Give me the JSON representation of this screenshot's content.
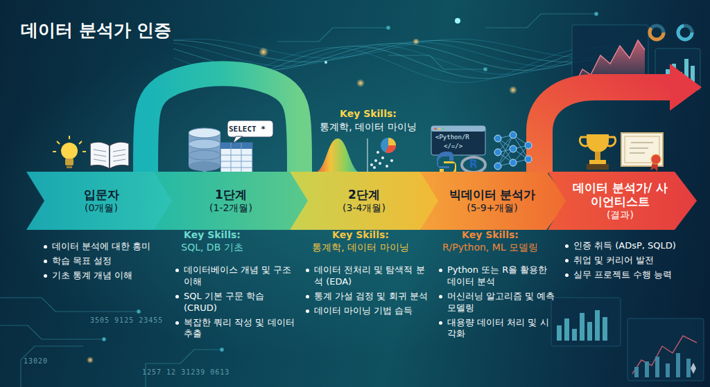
{
  "diagram": {
    "title": "데이터 분석가 인증",
    "nodes": [
      {
        "text": [
          "입문자",
          "(0개월)"
        ]
      },
      {
        "text": [
          "1단계",
          "(1-2개월)"
        ]
      },
      {
        "text": [
          "2단계",
          "(3-4개월)"
        ]
      },
      {
        "text": [
          "빅데이터 분석가",
          "(5-9+개월)"
        ]
      },
      {
        "text": [
          "데이터 분석가/ 사이언티스트",
          "(결과)"
        ]
      }
    ],
    "edges": [
      {
        "from": 0,
        "to": 2,
        "arrow": "none"
      }
    ],
    "labels": [
      "SELECT *",
      "<Python/R",
      "</=/>",
      "R",
      "Key Skills:",
      "통계학, 데이터 마이닝",
      "데이터 분석에 대한 흥미",
      "학습 목표 설정",
      "기초 통계 개념 이해",
      "Key Skills:",
      "SQL, DB 기초",
      "데이터베이스 개념 및 구조 이해",
      "SQL 기본 구문 학습 (CRUD)",
      "복잡한 쿼리 작성 및 데이터 추출",
      "Key Skills:",
      "통계학, 데이터 마이닝",
      "데이터 전처리 및 탐색적 분석 (EDA)",
      "통계 가설 검정 및 회귀 분석",
      "데이터 마이닝 기법 습득",
      "Key Skills:",
      "R/Python, ML 모델링",
      "Python 또는 R을 활용한 데이터 분석",
      "머신러닝 알고리즘 및 예측 모델링",
      "대용량 데이터 처리 및 시각화",
      "인증 취득 (ADsP, SQLD)",
      "취업 및 커리어 발전",
      "실무 프로젝트 수행 능력",
      "3505 9125 23455",
      "1257 12 31239 0613",
      "13020"
    ]
  }
}
